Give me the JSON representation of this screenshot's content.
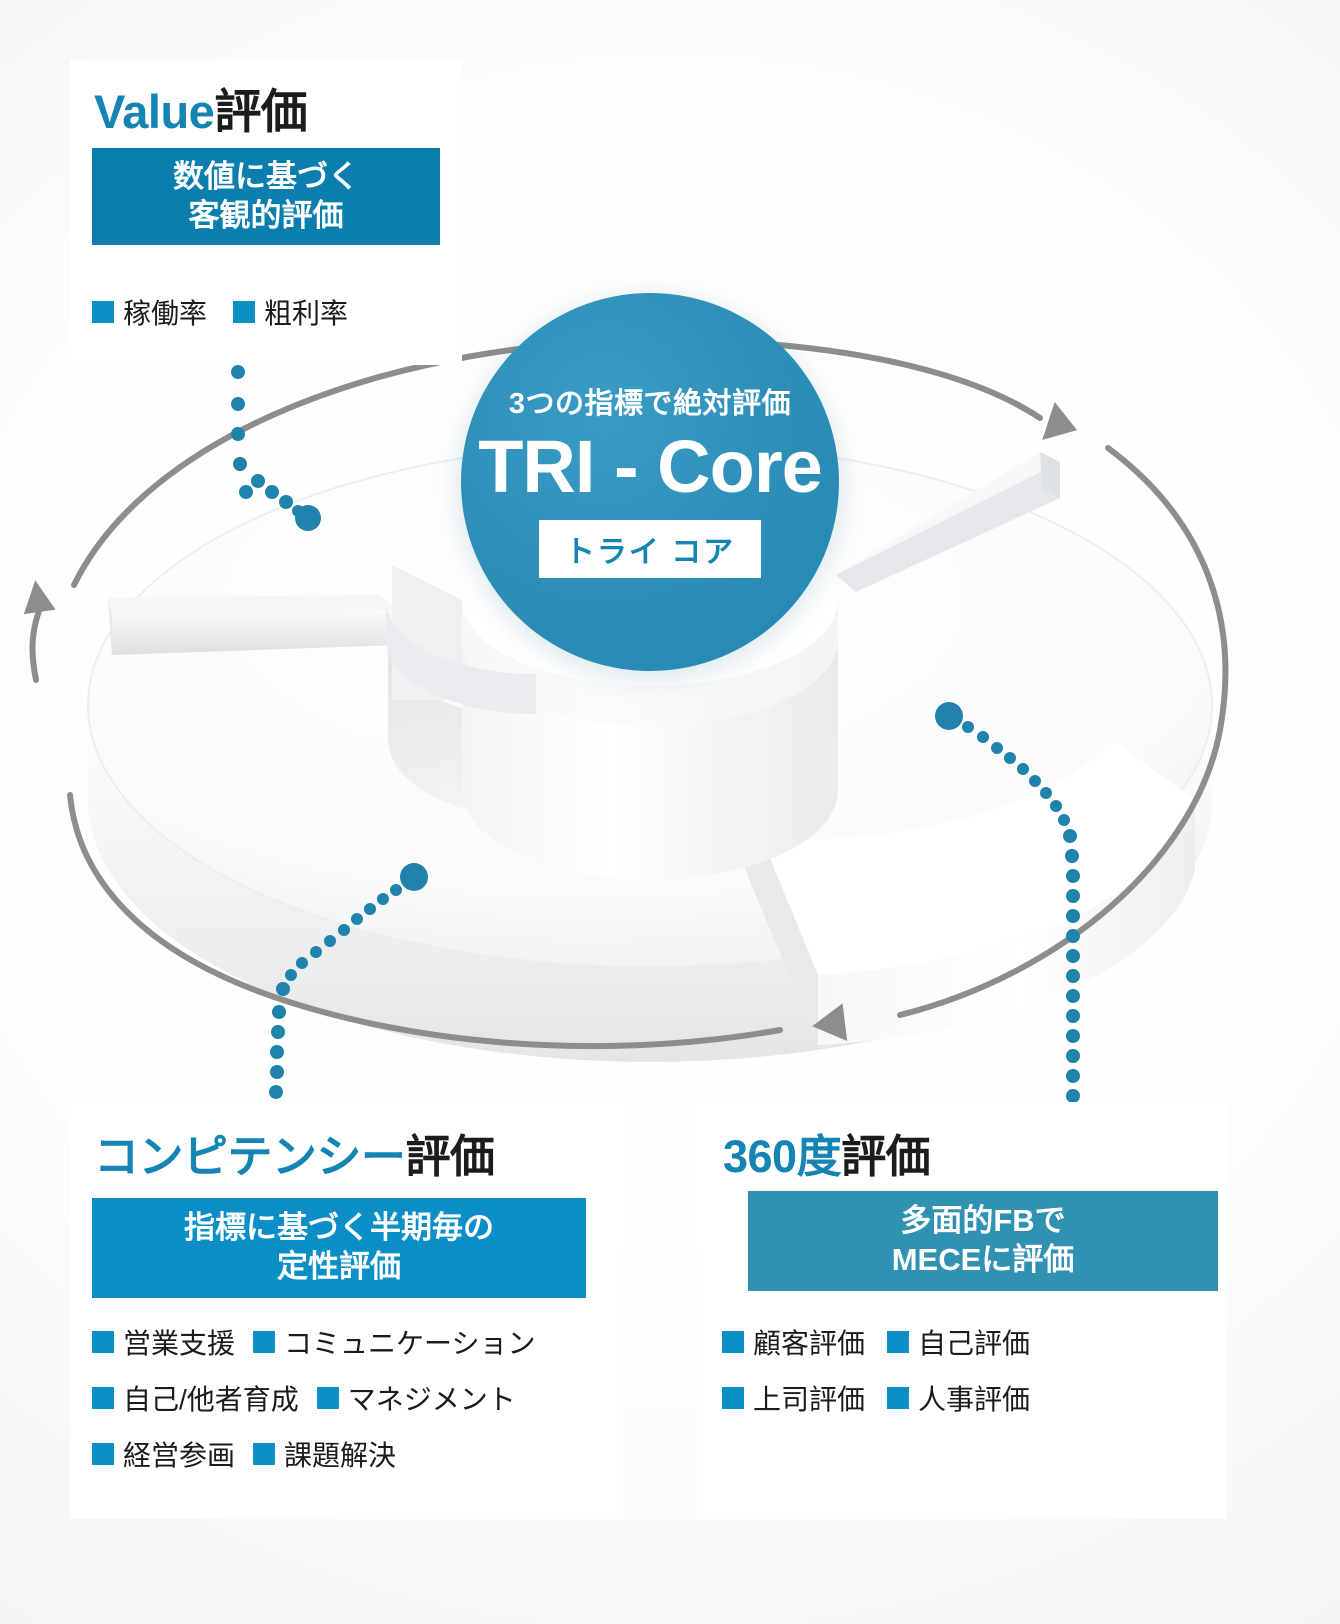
{
  "center": {
    "subtitle": "3つの指標で絶対評価",
    "title": "TRI - Core",
    "kana": "トライ コア",
    "accent_color": "#2e90b8"
  },
  "cards": {
    "value": {
      "title_highlight": "Value",
      "title_rest": "評価",
      "band_line1": "数値に基づく",
      "band_line2": "客観的評価",
      "band_color": "#0b7eae",
      "tags": [
        "稼働率",
        "粗利率"
      ]
    },
    "competency": {
      "title_highlight": "コンピテンシー",
      "title_rest": "評価",
      "band_line1": "指標に基づく半期毎の",
      "band_line2": "定性評価",
      "band_color": "#0c8fc7",
      "tags": [
        "営業支援",
        "コミュニケーション",
        "自己/他者育成",
        "マネジメント",
        "経営参画",
        "課題解決"
      ]
    },
    "three_sixty": {
      "title_highlight": "360度",
      "title_rest": "評価",
      "band_line1": "多面的FBで",
      "band_line2": "MECEに評価",
      "band_color": "#3191b3",
      "tags": [
        "顧客評価",
        "自己評価",
        "上司評価",
        "人事評価"
      ]
    }
  },
  "connectors": {
    "dot_color": "#1f83ad",
    "arc_color": "#8d8d8d"
  }
}
